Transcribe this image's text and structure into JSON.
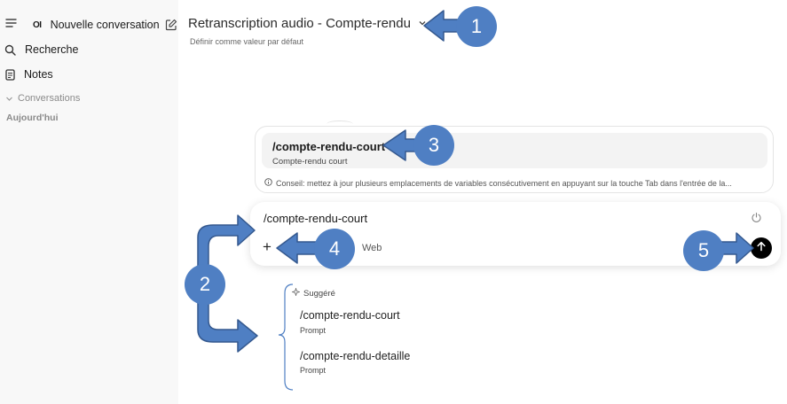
{
  "sidebar": {
    "logo": "OI",
    "new_chat": "Nouvelle conversation",
    "search": "Recherche",
    "notes": "Notes",
    "section": "Conversations",
    "today": "Aujourd'hui"
  },
  "header": {
    "model_name": "Retranscription audio - Compte-rendu",
    "set_default": "Définir comme valeur par défaut"
  },
  "popup": {
    "command": "/compte-rendu-court",
    "description": "Compte-rendu court",
    "tip": "Conseil: mettez à jour plusieurs emplacements de variables consécutivement en appuyant sur la touche Tab dans l'entrée de la..."
  },
  "input": {
    "value": "/compte-rendu-court",
    "web_label": "Web"
  },
  "suggested": {
    "heading": "Suggéré",
    "items": [
      {
        "command": "/compte-rendu-court",
        "type": "Prompt"
      },
      {
        "command": "/compte-rendu-detaille",
        "type": "Prompt"
      }
    ]
  },
  "annotations": [
    "1",
    "2",
    "3",
    "4",
    "5"
  ],
  "colors": {
    "annotation": "#4f7fc3",
    "annotation_border": "#35598f",
    "sidebar_bg": "#f8f8f8"
  }
}
